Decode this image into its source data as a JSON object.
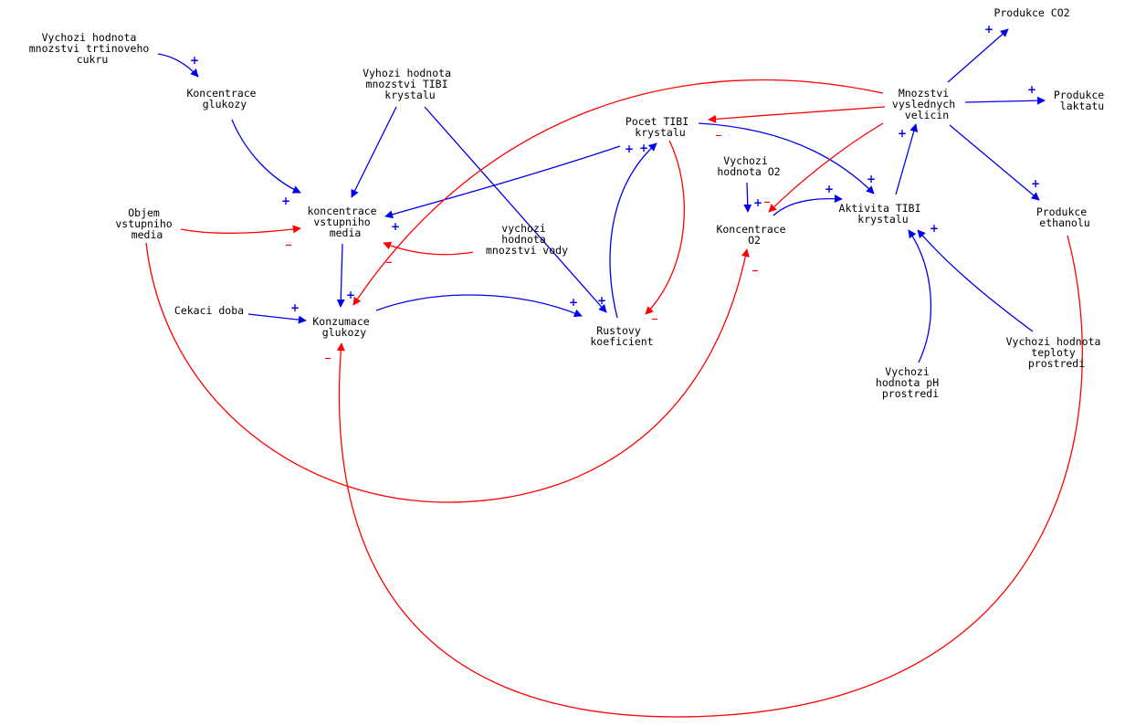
{
  "colors": {
    "positive_link": "#0000ee",
    "negative_link": "#ff0000",
    "text": "#000000",
    "background": "#ffffff"
  },
  "nodes": {
    "vychozi_cukr": [
      "Vychozi hodnota",
      "mnozstvi trtinoveho",
      "cukru"
    ],
    "koncentrace_glukozy": [
      "Koncentrace",
      "glukozy"
    ],
    "vyhozi_tibi": [
      "Vyhozi hodnota",
      "mnozstvi TIBI",
      "krystalu"
    ],
    "koncentrace_media": [
      "koncentrace",
      "vstupniho",
      "media"
    ],
    "objem_media": [
      "Objem",
      "vstupniho",
      "media"
    ],
    "vychozi_voda": [
      "vychozi",
      "hodnota",
      "mnozstvi vody"
    ],
    "cekaci_doba": [
      "Cekaci doba"
    ],
    "konzumace_glukozy": [
      "Konzumace",
      "glukozy"
    ],
    "pocet_tibi": [
      "Pocet TIBI",
      "krystalu"
    ],
    "rustovy_koeficient": [
      "Rustovy",
      "koeficient"
    ],
    "vychozi_o2": [
      "Vychozi",
      "hodnota O2"
    ],
    "koncentrace_o2": [
      "Koncentrace",
      "O2"
    ],
    "aktivita_tibi": [
      "Aktivita TIBI",
      "krystalu"
    ],
    "mnozstvi_velicin": [
      "Mnozstvi",
      "vyslednych",
      "velicin"
    ],
    "produkce_co2": [
      "Produkce CO2"
    ],
    "produkce_laktatu": [
      "Produkce",
      "laktatu"
    ],
    "produkce_ethanolu": [
      "Produkce",
      "ethanolu"
    ],
    "vychozi_ph": [
      "Vychozi",
      "hodnota pH",
      "prostredi"
    ],
    "vychozi_teplota": [
      "Vychozi hodnota",
      "teploty",
      "prostredi"
    ]
  },
  "polarity": {
    "positive": "+",
    "negative": "_"
  },
  "links": [
    {
      "id": "cukr-to-glukozy",
      "from": "vychozi_cukr",
      "to": "koncentrace_glukozy",
      "sign": "positive"
    },
    {
      "id": "glukozy-to-media",
      "from": "koncentrace_glukozy",
      "to": "koncentrace_media",
      "sign": "positive"
    },
    {
      "id": "tibi-to-media",
      "from": "vyhozi_tibi",
      "to": "koncentrace_media",
      "sign": "positive"
    },
    {
      "id": "tibi-to-rust",
      "from": "vyhozi_tibi",
      "to": "rustovy_koeficient",
      "sign": "positive"
    },
    {
      "id": "objem-to-media",
      "from": "objem_media",
      "to": "koncentrace_media",
      "sign": "negative"
    },
    {
      "id": "voda-to-media",
      "from": "vychozi_voda",
      "to": "koncentrace_media",
      "sign": "negative"
    },
    {
      "id": "pocet-to-media",
      "from": "pocet_tibi",
      "to": "koncentrace_media",
      "sign": "positive"
    },
    {
      "id": "media-to-konzumace",
      "from": "koncentrace_media",
      "to": "konzumace_glukozy",
      "sign": "positive"
    },
    {
      "id": "cekaci-to-konzumace",
      "from": "cekaci_doba",
      "to": "konzumace_glukozy",
      "sign": "positive"
    },
    {
      "id": "konzumace-to-rust",
      "from": "konzumace_glukozy",
      "to": "rustovy_koeficient",
      "sign": "positive"
    },
    {
      "id": "rust-to-pocet",
      "from": "rustovy_koeficient",
      "to": "pocet_tibi",
      "sign": "positive"
    },
    {
      "id": "pocet-to-rust",
      "from": "pocet_tibi",
      "to": "rustovy_koeficient",
      "sign": "negative"
    },
    {
      "id": "pocet-to-aktivita",
      "from": "pocet_tibi",
      "to": "aktivita_tibi",
      "sign": "positive"
    },
    {
      "id": "vychozi-o2-to-o2",
      "from": "vychozi_o2",
      "to": "koncentrace_o2",
      "sign": "positive"
    },
    {
      "id": "o2-to-aktivita",
      "from": "koncentrace_o2",
      "to": "aktivita_tibi",
      "sign": "positive"
    },
    {
      "id": "aktivita-to-mnozstvi",
      "from": "aktivita_tibi",
      "to": "mnozstvi_velicin",
      "sign": "positive"
    },
    {
      "id": "mnozstvi-to-co2",
      "from": "mnozstvi_velicin",
      "to": "produkce_co2",
      "sign": "positive"
    },
    {
      "id": "mnozstvi-to-laktatu",
      "from": "mnozstvi_velicin",
      "to": "produkce_laktatu",
      "sign": "positive"
    },
    {
      "id": "mnozstvi-to-ethanolu",
      "from": "mnozstvi_velicin",
      "to": "produkce_ethanolu",
      "sign": "positive"
    },
    {
      "id": "mnozstvi-to-pocet",
      "from": "mnozstvi_velicin",
      "to": "pocet_tibi",
      "sign": "negative"
    },
    {
      "id": "mnozstvi-to-o2",
      "from": "mnozstvi_velicin",
      "to": "koncentrace_o2",
      "sign": "negative"
    },
    {
      "id": "mnozstvi-to-konzumace",
      "from": "mnozstvi_velicin",
      "to": "konzumace_glukozy",
      "sign": "negative"
    },
    {
      "id": "ph-to-aktivita",
      "from": "vychozi_ph",
      "to": "aktivita_tibi",
      "sign": "positive"
    },
    {
      "id": "teplota-to-aktivita",
      "from": "vychozi_teplota",
      "to": "aktivita_tibi",
      "sign": "positive"
    },
    {
      "id": "objem-to-o2",
      "from": "objem_media",
      "to": "koncentrace_o2",
      "sign": "negative"
    },
    {
      "id": "ethanolu-to-konzumace",
      "from": "produkce_ethanolu",
      "to": "konzumace_glukozy",
      "sign": "negative"
    }
  ]
}
